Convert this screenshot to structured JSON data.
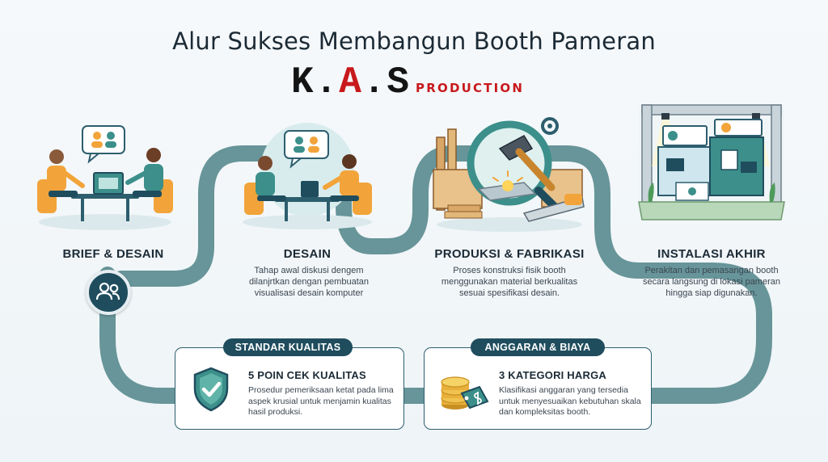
{
  "title": "Alur Sukses Membangun Booth Pameran",
  "brand": {
    "kas_prefix": "K.",
    "kas_accent": "A",
    "kas_suffix": ".S",
    "production": "PRODUCTION"
  },
  "steps": [
    {
      "title": "BRIEF & DESAIN",
      "desc": ""
    },
    {
      "title": "DESAIN",
      "desc": "Tahap awal diskusi dengem dilanjrtkan dengan pembuatan visualisasi desain komputer"
    },
    {
      "title": "PRODUKSI & FABRIKASI",
      "desc": "Proses konstruksi fisik booth menggunakan material berkualitas sesuai spesifikasi desain."
    },
    {
      "title": "INSTALASI AKHIR",
      "desc": "Perakitan dan pemasangan booth secara langsung di lokasi pameran hingga siap digunakan."
    }
  ],
  "cards": [
    {
      "tag": "STANDAR KUALITAS",
      "title": "5 POIN CEK KUALITAS",
      "desc": "Prosedur pemeriksaan ketat pada lima aspek krusial untuk menjamin kualitas hasil produksi.",
      "icon": "shield-check-icon"
    },
    {
      "tag": "ANGGARAN & BIAYA",
      "title": "3 KATEGORI HARGA",
      "desc": "Klasifikasi anggaran yang tersedia untuk menyesuaikan kebutuhan skala dan kompleksitas booth.",
      "icon": "coins-price-tag-icon"
    }
  ],
  "colors": {
    "path": "#5f8f93",
    "navy": "#1f4d5e",
    "brand_red": "#c8191d",
    "accent_orange": "#f2a43a",
    "accent_teal": "#3c8f8a",
    "coin_gold": "#e8b03a"
  }
}
